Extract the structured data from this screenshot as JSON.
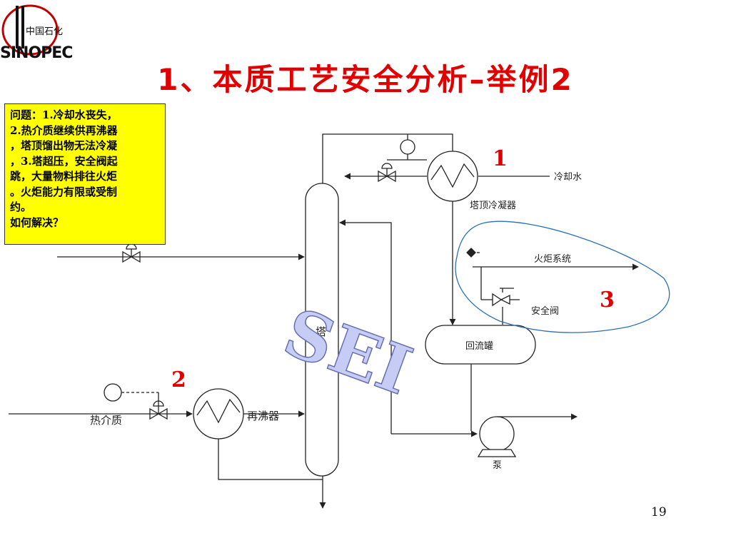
{
  "logo": {
    "text": "SINOPEC",
    "chinese": "中国石化"
  },
  "title": "1、本质工艺安全分析–举例2",
  "problem": {
    "lines": [
      "问题：1.冷却水丧失，",
      "2.热介质继续供再沸器",
      "，塔顶馏出物无法冷凝",
      "，3.塔超压，安全阀起",
      "跳，大量物料排往火炬",
      "。火炬能力有限或受制",
      "约。",
      "如何解决？"
    ]
  },
  "labels": {
    "cooling_water": "冷却水",
    "condenser": "塔顶冷凝器",
    "flare_system": "火炬系统",
    "safety_valve": "安全阀",
    "tower": "塔",
    "reflux_drum": "回流罐",
    "reboiler": "再沸器",
    "heat_medium": "热介质",
    "pump": "泵"
  },
  "markers": {
    "m1": "1",
    "m2": "2",
    "m3": "3"
  },
  "watermark": "SEI",
  "page_number": "19",
  "colors": {
    "title": "#e00000",
    "highlight": "#ffff00",
    "cloud": "#2a6fb5",
    "line": "#222222"
  }
}
